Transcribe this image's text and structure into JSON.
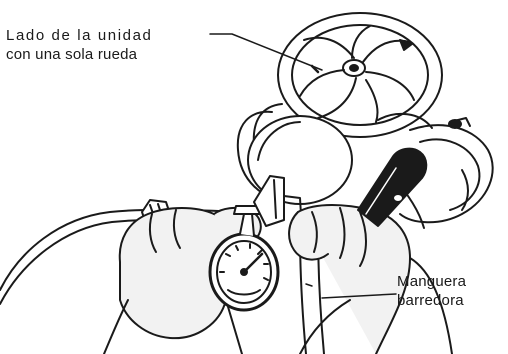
{
  "callouts": {
    "wheel_side": {
      "line1": "Lado de la unidad",
      "line2": "con una sola rueda"
    },
    "sweep_hose": {
      "line1": "Manguera",
      "line2": "barredora"
    }
  },
  "colors": {
    "ink": "#1a1a1a",
    "background": "#ffffff",
    "hand_fill": "#f2f2f2"
  }
}
